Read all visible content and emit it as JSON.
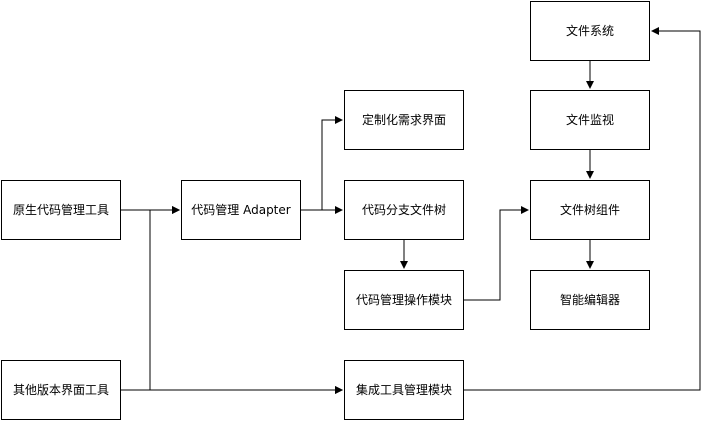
{
  "diagram": {
    "line_color": "#000000",
    "box_border_color": "#000000",
    "box_fill_color": "#ffffff",
    "nodes": {
      "native_tool": "原生代码管理工具",
      "other_ui": "其他版本界面工具",
      "adapter": "代码管理 Adapter",
      "custom_ui": "定制化需求界面",
      "branch_tree": "代码分支文件树",
      "ops_module": "代码管理操作模块",
      "integration": "集成工具管理模块",
      "filesystem": "文件系统",
      "file_monitor": "文件监视",
      "tree_component": "文件树组件",
      "smart_editor": "智能编辑器"
    }
  }
}
